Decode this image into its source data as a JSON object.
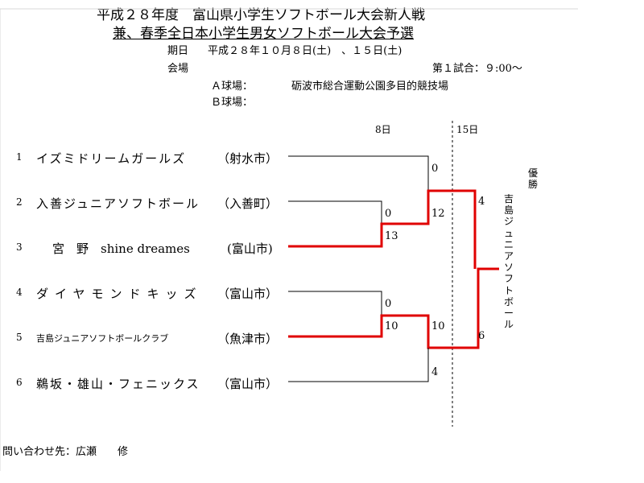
{
  "header": {
    "title_line1": "平成２８年度　富山県小学生ソフトボール大会新人戦",
    "title_line2": "兼、春季全日本小学生男女ソフトボール大会予選",
    "period_label": "期日",
    "period_value": "平成２８年１０月８日(土)　、１５日(土)",
    "venue_label": "会場",
    "first_game": "第１試合：９:00～",
    "field_a_label": "Ａ球場：",
    "field_a_value": "砺波市総合運動公園多目的競技場",
    "field_b_label": "Ｂ球場："
  },
  "days": {
    "day1": "8日",
    "day2": "15日"
  },
  "teams": [
    {
      "num": "1",
      "name": "イズミドリームガールズ",
      "city": "（射水市）"
    },
    {
      "num": "2",
      "name": "入善ジュニアソフトボール",
      "city": "（入善町）"
    },
    {
      "num": "3",
      "name": "宮　野　shine dreames",
      "city": "(富山市)"
    },
    {
      "num": "4",
      "name": "ダイヤモンドキッズ",
      "city": "（富山市）"
    },
    {
      "num": "5",
      "name": "吉島ジュニアソフトボールクラブ",
      "city": "（魚津市）"
    },
    {
      "num": "6",
      "name": "鵜坂・雄山・フェニックス",
      "city": "（富山市）"
    }
  ],
  "scores": {
    "t1": "0",
    "t2": "0",
    "t3": "13",
    "sf_top": "12",
    "t4": "0",
    "t5": "10",
    "sf_bottom_upper": "10",
    "t6": "4",
    "final_top": "4",
    "final_bottom": "6"
  },
  "winner": {
    "label": "優勝",
    "name": "吉島ジュニアソフトボール"
  },
  "footer": {
    "contact": "問い合わせ先：広瀬　　修"
  },
  "colors": {
    "winning_line": "#e00000",
    "line": "#000000"
  }
}
